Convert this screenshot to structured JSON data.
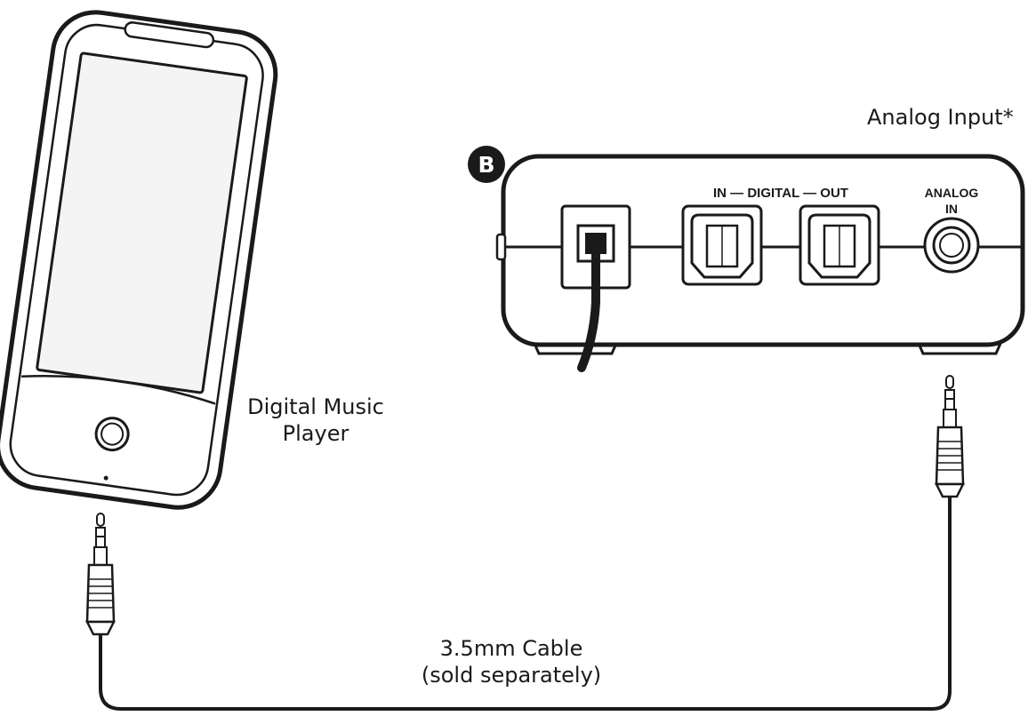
{
  "labels": {
    "analog_input": "Analog Input*",
    "badge": "B",
    "player_line1": "Digital Music",
    "player_line2": "Player",
    "cable_line1": "3.5mm Cable",
    "cable_line2": "(sold separately)",
    "digital_ports": "IN — DIGITAL — OUT",
    "analog_port_line1": "ANALOG",
    "analog_port_line2": "IN"
  },
  "colors": {
    "line": "#1a1a1a",
    "fill": "#ffffff",
    "screen": "#f4f4f4",
    "badge": "#1a1a1a"
  },
  "icons": {
    "player": "phone-icon",
    "plug": "audio-jack-plug-icon"
  }
}
